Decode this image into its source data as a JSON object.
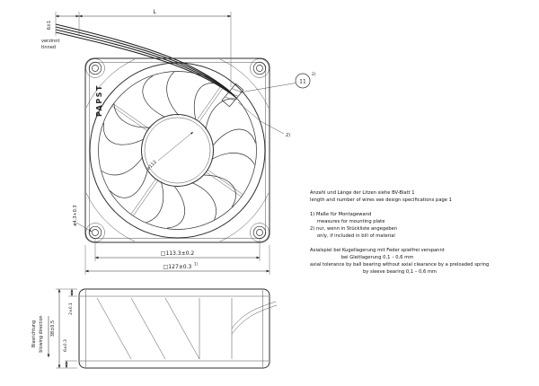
{
  "colors": {
    "background": "#ffffff",
    "line": "#2d2d2d"
  },
  "brand": {
    "logo": "PAPST"
  },
  "front": {
    "wire_length_label": "L",
    "strip_length": "6±1",
    "strip_note_de": "verzinnt",
    "strip_note_en": "tinned",
    "balloon_number": "11",
    "balloon_suffix": "2)",
    "clamp_note_ref": "2)",
    "impeller_dia": "ø112",
    "mounting_hole_dia": "ø4.3+0.3",
    "hole_pitch_dim": "□113.3±0.2",
    "frame_dim": "□127±0.3",
    "frame_dim_suffix": "1)"
  },
  "side": {
    "depth_dim": "38±0.5",
    "flange_dim": "6±0.3",
    "step_dim": "2±0.1",
    "airflow_de": "Blasrichtung",
    "airflow_en": "blowing direction"
  },
  "notes": {
    "wires_de": "Anzahl und Länge der Litzen siehe BV-Blatt 1",
    "wires_en": "length and number of wires see design specifications page 1",
    "note1_de": "1) Maße für Montagewand",
    "note1_en": "measures for mounting plate",
    "note2_de": "2) nur, wenn in Stückliste angegeben",
    "note2_en": "only, if included in bill of material",
    "bearing_de1": "Axialspiel bei Kugellagerung mit Feder spielfrei verspannt",
    "bearing_de2": "bei Gleitlagerung 0,1 – 0,6 mm",
    "bearing_en1": "axial tolerance by ball bearing without axial clearance by a preloaded spring",
    "bearing_en2": "by sleeve bearing 0,1 – 0,6 mm"
  }
}
